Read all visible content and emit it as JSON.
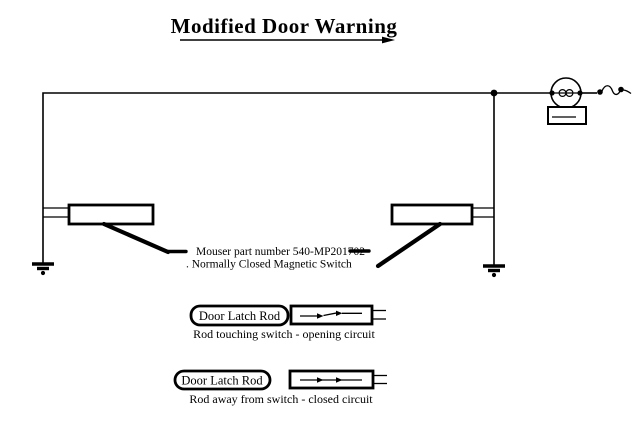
{
  "title": "Modified Door Warning",
  "colors": {
    "ink": "#000000",
    "background": "#ffffff"
  },
  "circuit": {
    "note_line1": "Mouser part number 540-MP201702",
    "note_line2": ". Normally Closed Magnetic Switch",
    "icons": {
      "alarm": "buzzer-lamp-icon",
      "ground": "earth-ground-icon",
      "power_lead": "squiggle-wire-icon",
      "switch": "magnetic-switch-body"
    }
  },
  "illustrations": [
    {
      "rod_label": "Door Latch Rod",
      "caption": "Rod touching switch - opening circuit",
      "switch_state": "open"
    },
    {
      "rod_label": "Door Latch Rod",
      "caption": "Rod away from switch - closed circuit",
      "switch_state": "closed"
    }
  ]
}
